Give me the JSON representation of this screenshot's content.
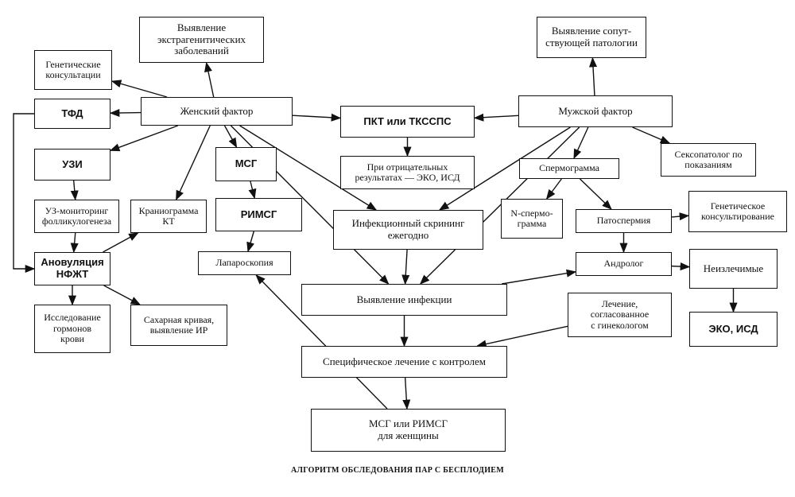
{
  "caption": "АЛГОРИТМ ОБСЛЕДОВАНИЯ ПАР С БЕСПЛОДИЕМ",
  "nodes": {
    "extragenital": "Выявление\nэкстрагенитических\nзаболеваний",
    "genetic_consult_f": "Генетические\nконсультации",
    "female_factor": "Женский фактор",
    "tfd": "ТФД",
    "uzi": "УЗИ",
    "uz_monitoring": "УЗ-мониторинг\nфолликулогенеза",
    "craniogram": "Краниограмма\nКТ",
    "anovulation": "Ановуляция\nНФЖТ",
    "hormones": "Исследование\nгормонов\nкрови",
    "sugar_curve": "Сахарная кривая,\nвыявление ИР",
    "msg": "МСГ",
    "rimsg": "РИМСГ",
    "laparoscopy": "Лапароскопия",
    "pkt": "ПКТ или ТКССПС",
    "negative_results": "При отрицательных\nрезультатах — ЭКО, ИСД",
    "infection_screening": "Инфекционный скрининг\nежегодно",
    "infection_detect": "Выявление инфекции",
    "specific_treatment": "Специфическое лечение с контролем",
    "msg_rimsg_female": "МСГ или РИМСГ\nдля женщины",
    "concomitant": "Выявление сопут-\nствующей патологии",
    "male_factor": "Мужской фактор",
    "sexopathologist": "Сексопатолог по\nпоказаниям",
    "spermogram": "Спермограмма",
    "n_spermogram": "N-спермо-\nграмма",
    "patospermia": "Патоспермия",
    "genetic_consult_m": "Генетическое\nконсультирование",
    "andrologist": "Андролог",
    "incurable": "Неизлечимые",
    "eco_isd": "ЭКО, ИСД",
    "treatment_gyn": "Лечение,\nсогласованное\nс гинекологом"
  },
  "edges": [
    [
      "female_factor",
      "extragenital"
    ],
    [
      "female_factor",
      "genetic_consult_f"
    ],
    [
      "female_factor",
      "tfd"
    ],
    [
      "female_factor",
      "uzi"
    ],
    [
      "female_factor",
      "craniogram"
    ],
    [
      "female_factor",
      "msg"
    ],
    [
      "female_factor",
      "pkt"
    ],
    [
      "female_factor",
      "infection_screening"
    ],
    [
      "female_factor",
      "infection_detect"
    ],
    [
      "uzi",
      "uz_monitoring"
    ],
    [
      "uz_monitoring",
      "anovulation"
    ],
    [
      "tfd",
      "anovulation"
    ],
    [
      "anovulation",
      "craniogram"
    ],
    [
      "anovulation",
      "hormones"
    ],
    [
      "anovulation",
      "sugar_curve"
    ],
    [
      "msg",
      "rimsg"
    ],
    [
      "rimsg",
      "laparoscopy"
    ],
    [
      "pkt",
      "negative_results"
    ],
    [
      "infection_screening",
      "infection_detect"
    ],
    [
      "infection_detect",
      "specific_treatment"
    ],
    [
      "infection_detect",
      "andrologist"
    ],
    [
      "specific_treatment",
      "msg_rimsg_female"
    ],
    [
      "msg_rimsg_female",
      "laparoscopy"
    ],
    [
      "male_factor",
      "concomitant"
    ],
    [
      "male_factor",
      "pkt"
    ],
    [
      "male_factor",
      "spermogram"
    ],
    [
      "male_factor",
      "sexopathologist"
    ],
    [
      "male_factor",
      "infection_screening"
    ],
    [
      "male_factor",
      "infection_detect"
    ],
    [
      "spermogram",
      "n_spermogram"
    ],
    [
      "spermogram",
      "patospermia"
    ],
    [
      "patospermia",
      "genetic_consult_m"
    ],
    [
      "patospermia",
      "andrologist"
    ],
    [
      "andrologist",
      "incurable"
    ],
    [
      "incurable",
      "eco_isd"
    ],
    [
      "treatment_gyn",
      "specific_treatment"
    ]
  ]
}
